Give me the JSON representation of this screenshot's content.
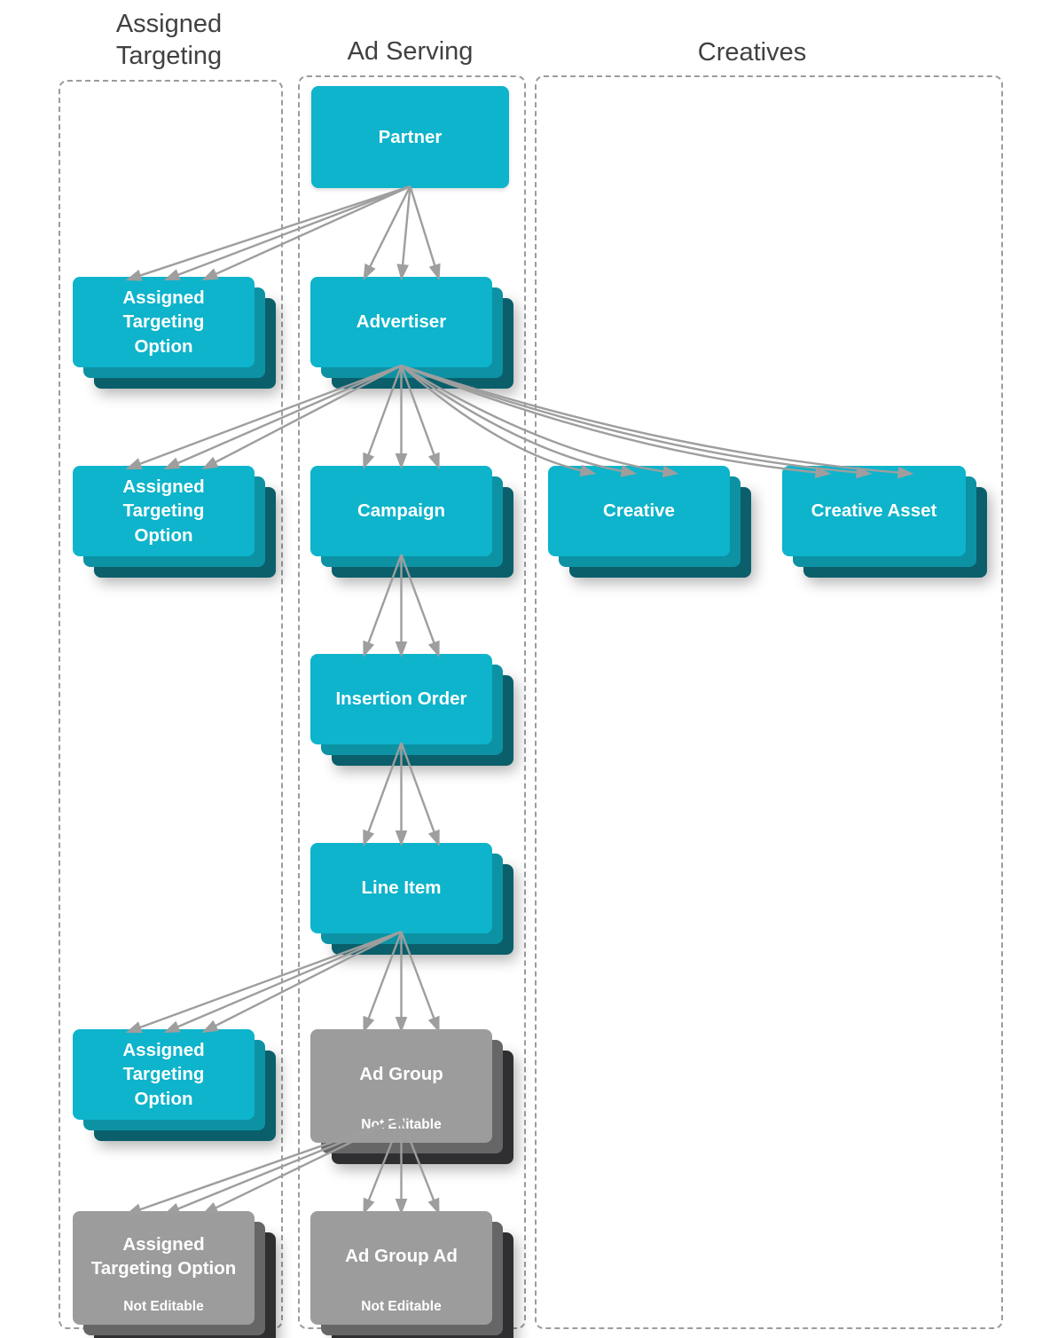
{
  "columns": [
    {
      "id": "assigned_targeting",
      "label": "Assigned\nTargeting"
    },
    {
      "id": "ad_serving",
      "label": "Ad Serving"
    },
    {
      "id": "creatives",
      "label": "Creatives"
    }
  ],
  "nodes": {
    "partner": {
      "label": "Partner"
    },
    "ato1": {
      "label": "Assigned\nTargeting\nOption"
    },
    "advertiser": {
      "label": "Advertiser"
    },
    "ato2": {
      "label": "Assigned\nTargeting\nOption"
    },
    "campaign": {
      "label": "Campaign"
    },
    "creative": {
      "label": "Creative"
    },
    "creative_asset": {
      "label": "Creative Asset"
    },
    "insertion_order": {
      "label": "Insertion Order"
    },
    "line_item": {
      "label": "Line Item"
    },
    "ato3": {
      "label": "Assigned\nTargeting\nOption"
    },
    "ad_group": {
      "label": "Ad Group",
      "sublabel": "Not Editable"
    },
    "ato_ne": {
      "label": "Assigned\nTargeting Option",
      "sublabel": "Not Editable"
    },
    "ad_group_ad": {
      "label": "Ad Group Ad",
      "sublabel": "Not Editable"
    }
  },
  "edges": [
    {
      "from": "partner",
      "to": "ato1",
      "kind": "fan"
    },
    {
      "from": "partner",
      "to": "advertiser",
      "kind": "fan"
    },
    {
      "from": "advertiser",
      "to": "ato2",
      "kind": "fan"
    },
    {
      "from": "advertiser",
      "to": "campaign",
      "kind": "fan"
    },
    {
      "from": "advertiser",
      "to": "creative",
      "kind": "curve"
    },
    {
      "from": "advertiser",
      "to": "creative_asset",
      "kind": "curve"
    },
    {
      "from": "campaign",
      "to": "insertion_order",
      "kind": "fan"
    },
    {
      "from": "insertion_order",
      "to": "line_item",
      "kind": "fan"
    },
    {
      "from": "line_item",
      "to": "ato3",
      "kind": "fan"
    },
    {
      "from": "line_item",
      "to": "ad_group",
      "kind": "fan"
    },
    {
      "from": "ad_group",
      "to": "ato_ne",
      "kind": "fan"
    },
    {
      "from": "ad_group",
      "to": "ad_group_ad",
      "kind": "fan"
    }
  ],
  "colors": {
    "cyan": "#0DB4CB",
    "cyan2": "#0D92A4",
    "cyan3": "#0A5F6B",
    "gray": "#9C9C9C",
    "gray2": "#666666",
    "gray3": "#2F2F32",
    "arrow": "#9E9E9E",
    "border": "#9C9C9C",
    "title": "#414141",
    "node_text": "#FFFFFF"
  }
}
